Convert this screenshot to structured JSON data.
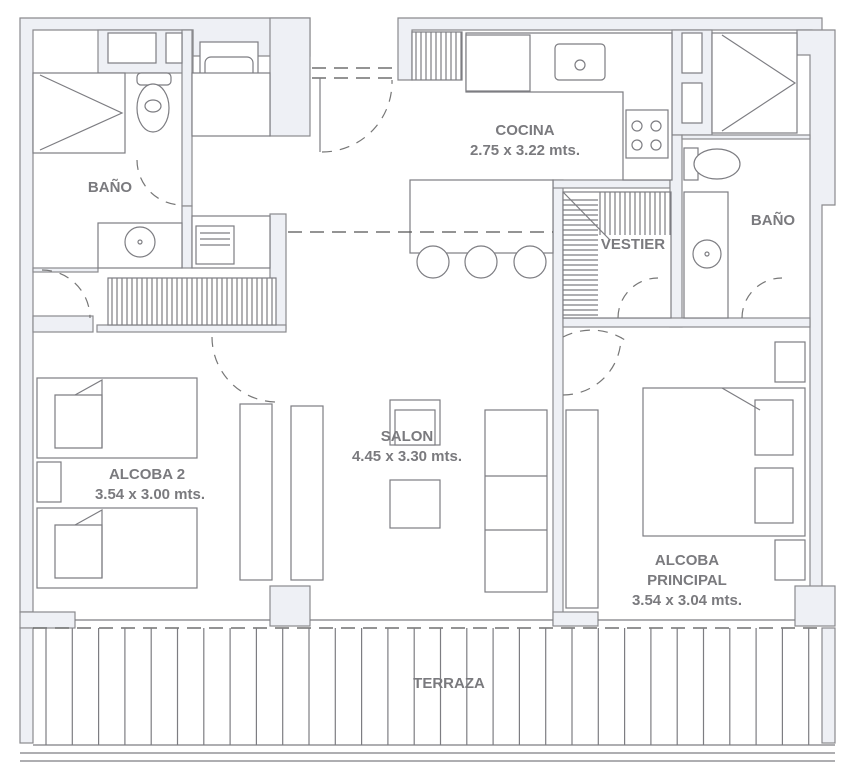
{
  "rooms": {
    "bano_left": {
      "name": "BAÑO"
    },
    "cocina": {
      "name": "COCINA",
      "size": "2.75 x 3.22 mts."
    },
    "vestier": {
      "name": "VESTIER"
    },
    "bano_right": {
      "name": "BAÑO"
    },
    "salon": {
      "name": "SALON",
      "size": "4.45 x 3.30 mts."
    },
    "alcoba2": {
      "name": "ALCOBA 2",
      "size": "3.54 x 3.00 mts."
    },
    "alcoba_principal": {
      "name": "ALCOBA",
      "name2": "PRINCIPAL",
      "size": "3.54 x 3.04 mts."
    },
    "terraza": {
      "name": "TERRAZA"
    }
  },
  "colors": {
    "wall_fill": "#eef0f5",
    "line": "#7d7d82",
    "label": "#7a7a7e"
  }
}
